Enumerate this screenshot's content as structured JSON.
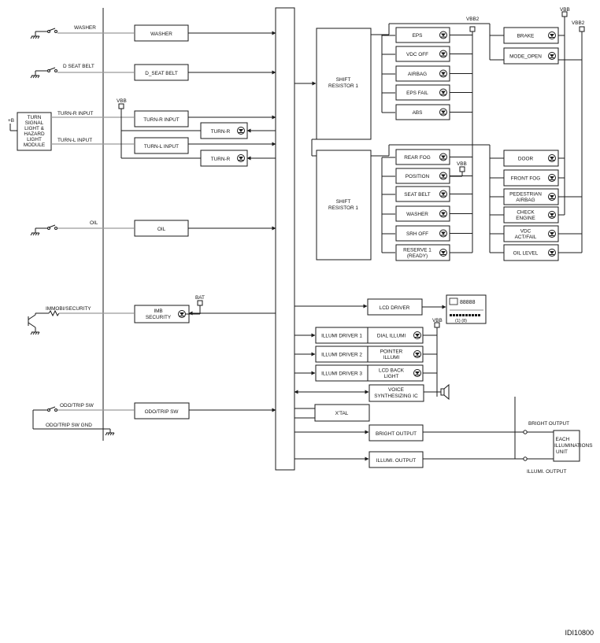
{
  "figure_id": "IDI10800",
  "left_inputs": {
    "washer": "WASHER",
    "d_seat_belt": "D SEAT BELT",
    "turn_r_input": "TURN-R INPUT",
    "turn_l_input": "TURN-L INPUT",
    "oil": "OIL",
    "immobi": "IMMOBI/SECURITY",
    "odo_trip_sw": "ODO/TRIP SW",
    "odo_trip_sw_gnd": "ODO/TRIP SW GND",
    "plus_b": "+B",
    "vbb": "VBB",
    "turn_module": [
      "TURN",
      "SIGNAL",
      "LIGHT &",
      "HAZARD",
      "LIGHT",
      "MODULE"
    ]
  },
  "input_blocks": {
    "washer": "WASHER",
    "d_seat_belt": "D_SEAT BELT",
    "turn_r_input": "TURN-R INPUT",
    "turn_r_lamp1": "TURN-R",
    "turn_l_input": "TURN-L INPUT",
    "turn_r_lamp2": "TURN-R",
    "oil": "OIL",
    "imb": [
      "IMB",
      "SECURITY"
    ],
    "bat": "BAT",
    "odo_trip_sw": "ODO/TRIP SW"
  },
  "shift_registers": [
    [
      "SHIFT",
      "RESISTOR 1"
    ],
    [
      "SHIFT",
      "RESISTOR 1"
    ]
  ],
  "vbb2_top": "VBB2",
  "vbb_top": "VBB",
  "vbb2_right": "VBB2",
  "vbb_mid": "VBB",
  "indicators_col1": [
    [
      "EPS"
    ],
    [
      "VDC OFF"
    ],
    [
      "AIRBAG"
    ],
    [
      "EPS FAIL"
    ],
    [
      "ABS"
    ],
    [
      "REAR FOG"
    ],
    [
      "POSITION"
    ],
    [
      "SEAT BELT"
    ],
    [
      "WASHER"
    ],
    [
      "SRH OFF"
    ],
    [
      "RESERVE 1",
      "(READY)"
    ]
  ],
  "indicators_col2": [
    [
      "BRAKE"
    ],
    [
      "MODE_OPEN"
    ],
    [
      "DOOR"
    ],
    [
      "FRONT FOG"
    ],
    [
      "PEDESTRIAN",
      "AIRBAG"
    ],
    [
      "CHECK",
      "ENGINE"
    ],
    [
      "VDC",
      "ACT/FAIL"
    ],
    [
      "OIL LEVEL"
    ]
  ],
  "lcd_driver": "LCD DRIVER",
  "lcd_display": {
    "segments": "88888",
    "sub": "(1)  (8)"
  },
  "illumi_drivers": [
    {
      "driver": "ILLUMI DRIVER 1",
      "lamp": [
        "DIAL ILLUMI"
      ]
    },
    {
      "driver": "ILLUMI DRIVER 2",
      "lamp": [
        "POINTER",
        "ILLUMI"
      ]
    },
    {
      "driver": "ILLUMI DRIVER 3",
      "lamp": [
        "LCD BACK",
        "LIGHT"
      ]
    }
  ],
  "vbb_illumi": "VBB",
  "voice_ic": [
    "VOICE",
    "SYNTHESIZING IC"
  ],
  "xtal": "X'TAL",
  "bright_output_block": "BRIGHT OUTPUT",
  "illumi_output_block": "ILLUMI. OUTPUT",
  "bright_output_label": "BRIGHT OUTPUT",
  "illumi_output_label": "ILLUMI. OUTPUT",
  "each_illuminations_unit": [
    "EACH",
    "ILLUMINATIONS",
    "UNIT"
  ]
}
